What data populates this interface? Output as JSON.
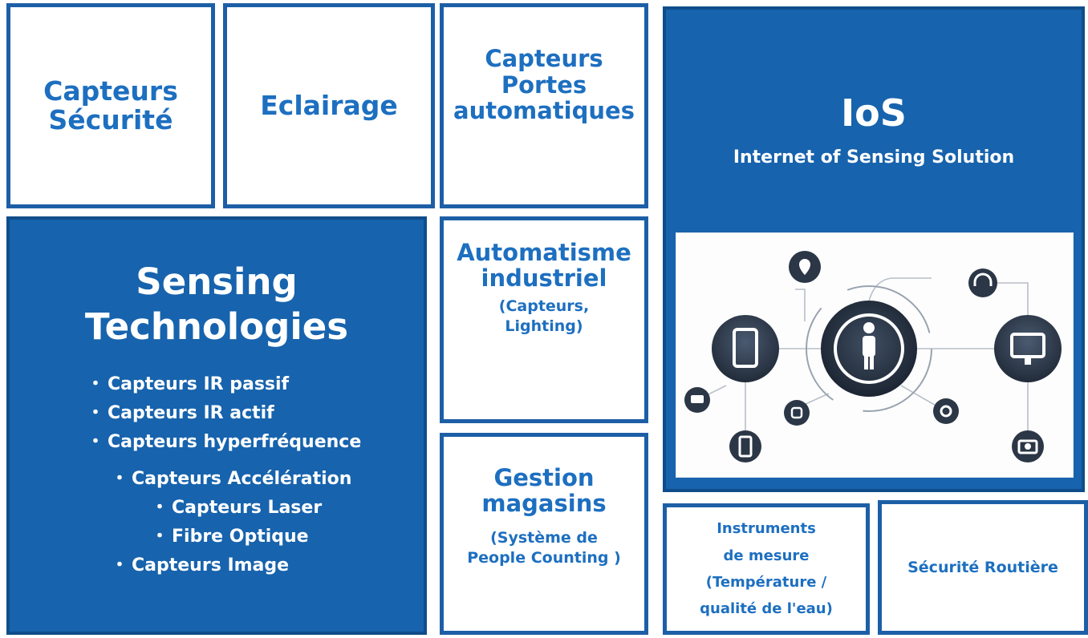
{
  "tiles": {
    "security": [
      "Capteurs",
      "Sécurité"
    ],
    "lighting": "Eclairage",
    "doors": [
      "Capteurs",
      "Portes",
      "automatiques"
    ],
    "automation": {
      "title": [
        "Automatisme",
        "industriel"
      ],
      "subtitle": [
        "(Capteurs,",
        "Lighting)"
      ]
    },
    "stores": {
      "title": [
        "Gestion",
        "magasins"
      ],
      "subtitle": [
        "(Système de",
        "People Counting )"
      ]
    },
    "instruments": [
      "Instruments",
      "de mesure",
      "(Température /",
      "qualité de l'eau)"
    ],
    "road": "Sécurité Routière"
  },
  "sensing": {
    "title": [
      "Sensing",
      "Technologies"
    ],
    "bullet": "・",
    "items": [
      "Capteurs IR passif",
      "Capteurs IR actif",
      "Capteurs hyperfréquence",
      "Capteurs Accélération",
      "Capteurs Laser",
      "Fibre Optique",
      "Capteurs Image"
    ]
  },
  "ios": {
    "title": "IoS",
    "subtitle": "Internet of Sensing Solution",
    "icons": [
      "person-icon",
      "tablet-icon",
      "monitor-icon",
      "location-pin-icon",
      "headset-icon",
      "chat-icon",
      "mobile-phone-icon",
      "watch-icon",
      "camera-icon",
      "link-icon"
    ]
  },
  "colors": {
    "dark_blue": "#1763ad",
    "text_blue": "#1d6fc0",
    "border_blue": "#1d5fa6"
  }
}
